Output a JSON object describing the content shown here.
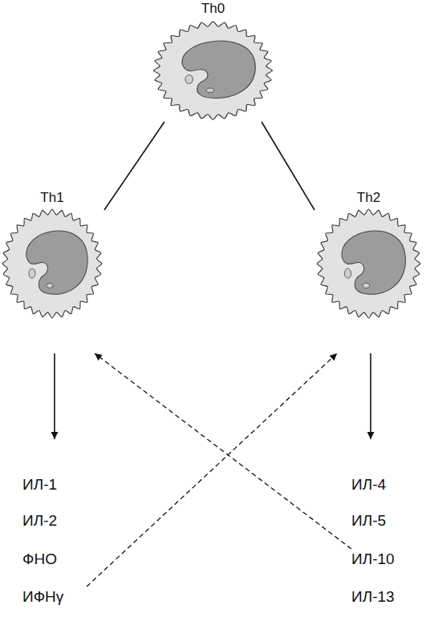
{
  "diagram": {
    "nodes": [
      {
        "text": [
          "Th0"
        ]
      },
      {
        "text": [
          "Th1"
        ]
      },
      {
        "text": [
          "Th2"
        ]
      },
      {
        "text": [
          "ИЛ-1"
        ]
      },
      {
        "text": [
          "ИЛ-2"
        ]
      },
      {
        "text": [
          "ФНО"
        ]
      },
      {
        "text": [
          "ИФНγ"
        ]
      },
      {
        "text": [
          "ИЛ-4"
        ]
      },
      {
        "text": [
          "ИЛ-5"
        ]
      },
      {
        "text": [
          "ИЛ-10"
        ]
      },
      {
        "text": [
          "ИЛ-13"
        ]
      }
    ],
    "edges": [
      {
        "from": 0,
        "to": 1,
        "arrow": "none"
      },
      {
        "from": 0,
        "to": 2,
        "arrow": "none"
      },
      {
        "from": 1,
        "to": 3,
        "arrow": "to"
      },
      {
        "from": 2,
        "to": 7,
        "arrow": "to"
      },
      {
        "from": 6,
        "to": 2,
        "arrow": "to"
      },
      {
        "from": 9,
        "to": 1,
        "arrow": "to"
      }
    ]
  }
}
